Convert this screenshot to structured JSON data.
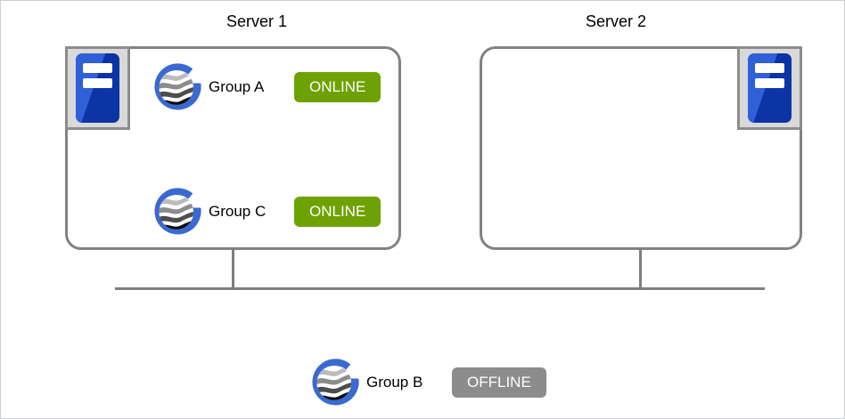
{
  "servers": [
    {
      "title": "Server 1",
      "groups": [
        {
          "name": "Group A",
          "status": "ONLINE"
        },
        {
          "name": "Group C",
          "status": "ONLINE"
        }
      ]
    },
    {
      "title": "Server 2",
      "groups": []
    }
  ],
  "standalone_group": {
    "name": "Group B",
    "status": "OFFLINE"
  },
  "icons": {
    "server": "server-tower-icon",
    "group": "availability-group-icon"
  },
  "colors": {
    "online_badge": "#6EA204",
    "offline_badge": "#8C8C8C",
    "box_border": "#828282",
    "connector_line": "#7E7E7E",
    "group_icon_blue": "#3A69D2",
    "server_icon_blue_light": "#2F5FD9",
    "server_icon_blue_dark": "#0C34A4"
  }
}
